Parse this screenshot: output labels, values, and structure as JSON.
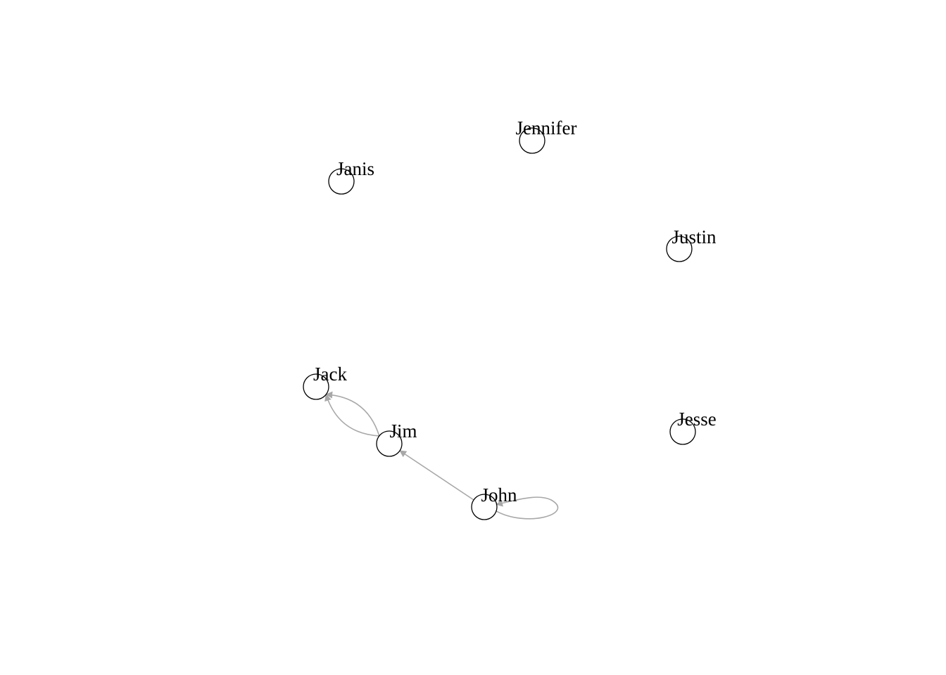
{
  "diagram": {
    "type": "directed-network",
    "colors": {
      "edge": "#a8a8a8",
      "node_border": "#000000",
      "label": "#000000",
      "background": "#ffffff"
    },
    "nodes": [
      {
        "id": "jennifer",
        "label": "Jennifer"
      },
      {
        "id": "janis",
        "label": "Janis"
      },
      {
        "id": "justin",
        "label": "Justin"
      },
      {
        "id": "jack",
        "label": "Jack"
      },
      {
        "id": "jim",
        "label": "Jim"
      },
      {
        "id": "jesse",
        "label": "Jesse"
      },
      {
        "id": "john",
        "label": "John"
      }
    ],
    "edges": [
      {
        "from": "jim",
        "to": "jack"
      },
      {
        "from": "jim",
        "to": "jack"
      },
      {
        "from": "john",
        "to": "jim"
      },
      {
        "from": "john",
        "to": "john"
      }
    ]
  }
}
